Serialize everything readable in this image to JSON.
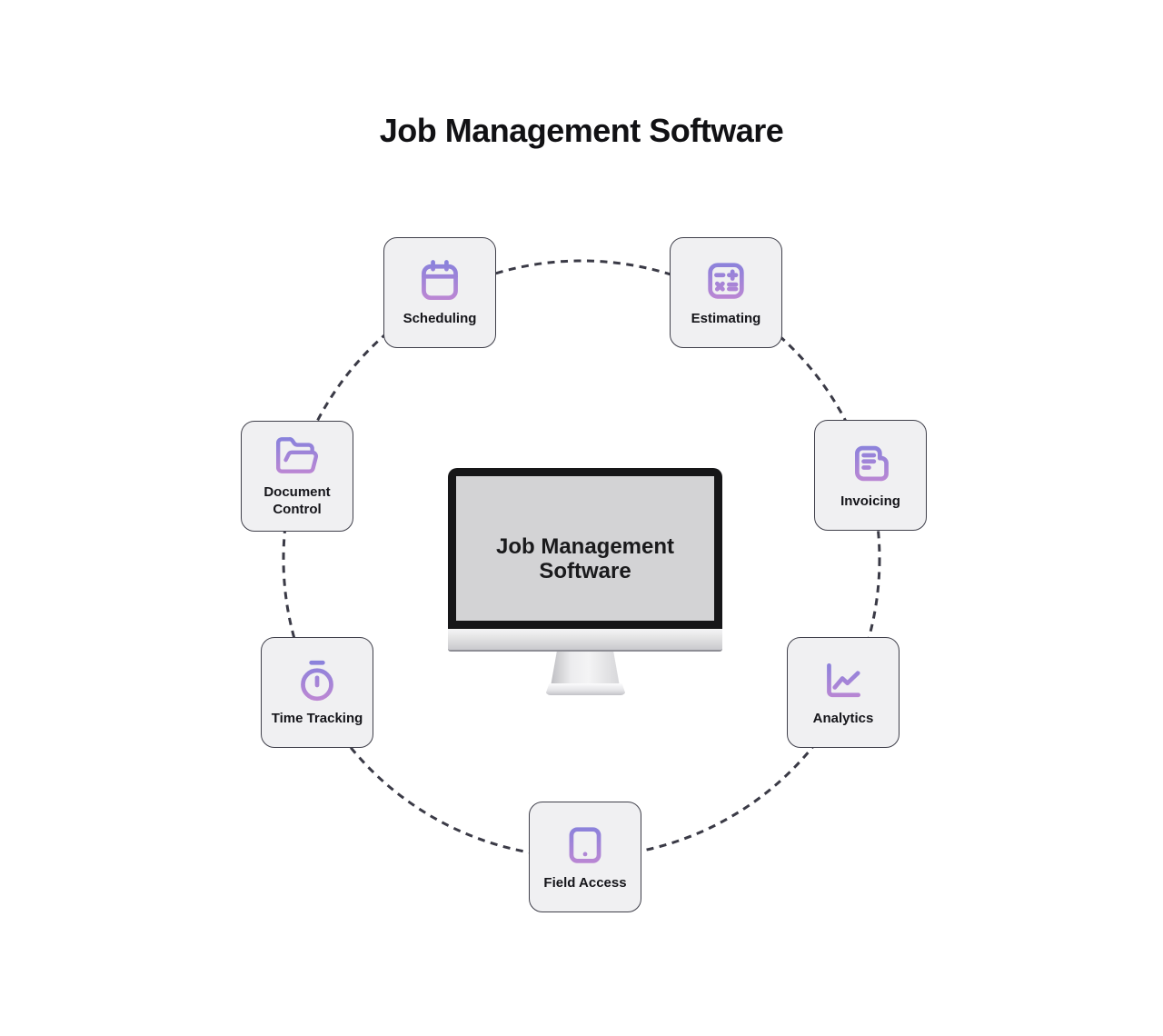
{
  "page_title": "Job Management Software",
  "center_monitor": {
    "screen_line1": "Job Management",
    "screen_line2": "Software"
  },
  "nodes": [
    {
      "label": "Scheduling",
      "icon": "calendar-icon"
    },
    {
      "label": "Estimating",
      "icon": "calculator-icon"
    },
    {
      "label": "Invoicing",
      "icon": "invoice-icon"
    },
    {
      "label": "Analytics",
      "icon": "line-chart-icon"
    },
    {
      "label": "Field Access",
      "icon": "tablet-icon"
    },
    {
      "label": "Time Tracking",
      "icon": "stopwatch-icon"
    },
    {
      "label": "Document Control",
      "icon": "folder-open-icon"
    }
  ],
  "colors": {
    "background": "#ffffff",
    "node_fill": "#f0f0f2",
    "node_border": "#40404b",
    "dashed_circle": "#3a3a46",
    "icon_gradient_top": "#8781dc",
    "icon_gradient_bottom": "#be87d3",
    "title_text": "#111114",
    "monitor_screen": "#d3d3d5"
  }
}
